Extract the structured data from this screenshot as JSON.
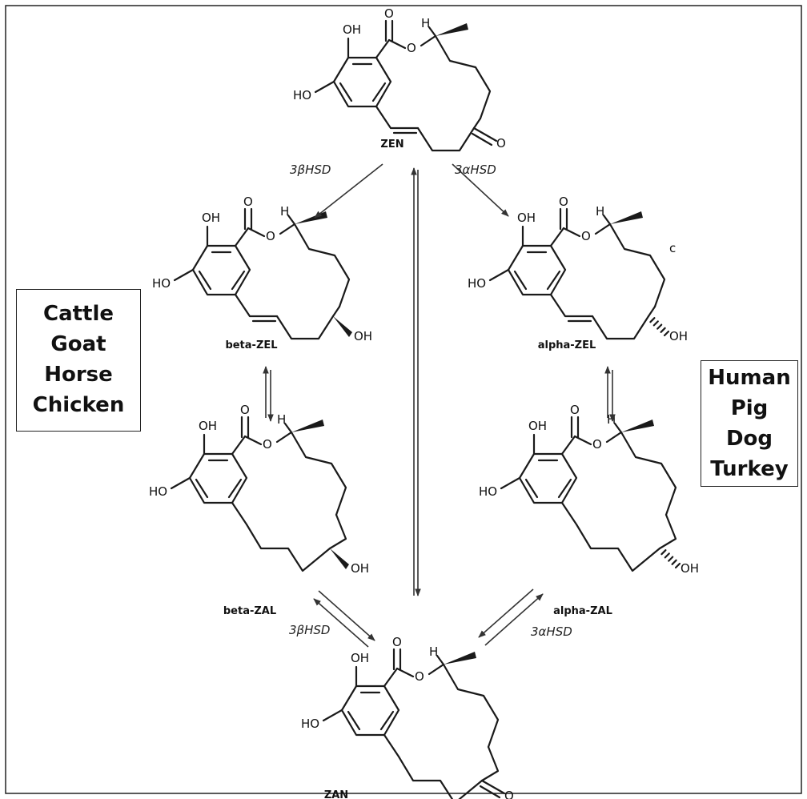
{
  "compounds": {
    "zen": "ZEN",
    "beta_zel": "beta-ZEL",
    "alpha_zel": "alpha-ZEL",
    "beta_zal": "beta-ZAL",
    "alpha_zal": "alpha-ZAL",
    "zan": "ZAN"
  },
  "atoms": {
    "oh": "OH",
    "ho": "HO",
    "o": "O",
    "h": "H",
    "c": "c"
  },
  "enzymes": {
    "zen_to_beta_zel": "3βHSD",
    "zen_to_alpha_zel": "3αHSD",
    "beta_zal_to_zan": "3βHSD",
    "alpha_zal_to_zan": "3αHSD"
  },
  "species_left": [
    "Cattle",
    "Goat",
    "Horse",
    "Chicken"
  ],
  "species_right": [
    "Human",
    "Pig",
    "Dog",
    "Turkey"
  ]
}
